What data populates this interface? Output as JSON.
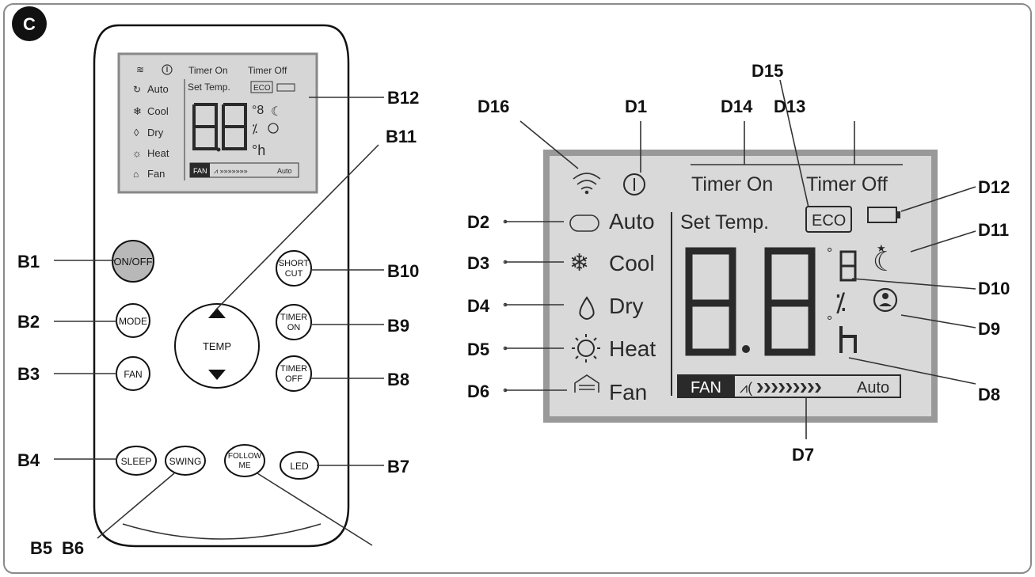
{
  "corner_badge": "C",
  "remote": {
    "buttons": {
      "on_off": "ON/OFF",
      "mode": "MODE",
      "fan": "FAN",
      "temp": "TEMP",
      "short_cut": [
        "SHORT",
        "CUT"
      ],
      "timer_on": [
        "TIMER",
        "ON"
      ],
      "timer_off": [
        "TIMER",
        "OFF"
      ],
      "sleep": "SLEEP",
      "swing": "SWING",
      "follow_me": [
        "FOLLOW",
        "ME"
      ],
      "led": "LED"
    },
    "lcd": {
      "timer_on": "Timer On",
      "timer_off": "Timer Off",
      "set_temp": "Set Temp.",
      "eco": "ECO",
      "modes": [
        "Auto",
        "Cool",
        "Dry",
        "Heat",
        "Fan"
      ],
      "fan_tag": "FAN",
      "fan_auto": "Auto"
    }
  },
  "callouts": {
    "B1": "B1",
    "B2": "B2",
    "B3": "B3",
    "B4": "B4",
    "B5": "B5",
    "B6": "B6",
    "B7": "B7",
    "B8": "B8",
    "B9": "B9",
    "B10": "B10",
    "B11": "B11",
    "B12": "B12",
    "D1": "D1",
    "D2": "D2",
    "D3": "D3",
    "D4": "D4",
    "D5": "D5",
    "D6": "D6",
    "D7": "D7",
    "D8": "D8",
    "D9": "D9",
    "D10": "D10",
    "D11": "D11",
    "D12": "D12",
    "D13": "D13",
    "D14": "D14",
    "D15": "D15",
    "D16": "D16"
  },
  "display": {
    "timer_on": "Timer On",
    "timer_off": "Timer Off",
    "set_temp": "Set Temp.",
    "eco": "ECO",
    "modes": [
      "Auto",
      "Cool",
      "Dry",
      "Heat",
      "Fan"
    ],
    "fan_tag": "FAN",
    "fan_auto": "Auto"
  }
}
